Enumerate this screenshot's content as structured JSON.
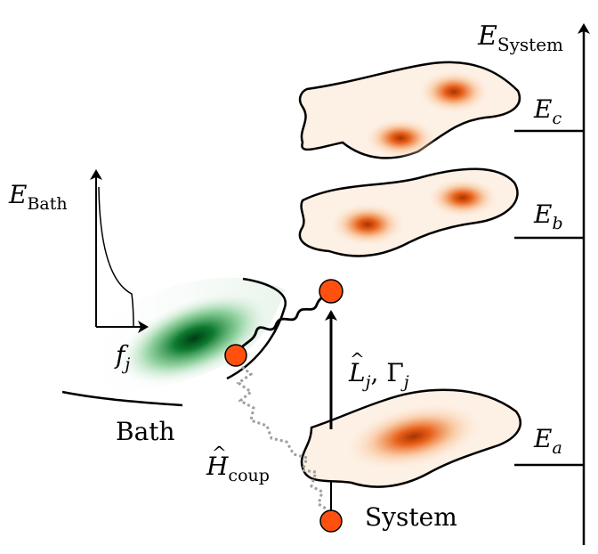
{
  "axis_system": {
    "symbol": "E",
    "sub": "System"
  },
  "levels": [
    {
      "symbol": "E",
      "sub": "c"
    },
    {
      "symbol": "E",
      "sub": "b"
    },
    {
      "symbol": "E",
      "sub": "a"
    }
  ],
  "bath_axis": {
    "symbol": "E",
    "sub": "Bath"
  },
  "bath_mode": {
    "symbol": "f",
    "sub": "j"
  },
  "bath_label": "Bath",
  "system_label": "System",
  "jump_label": {
    "op": "L",
    "op_sub": "j",
    "sep": ", ",
    "rate": "Γ",
    "rate_sub": "j"
  },
  "coupling_label": {
    "op": "H",
    "op_sub": "coup"
  },
  "colors": {
    "system_blob": "#e8611a",
    "bath_blob": "#0a6e2a",
    "particle": "#ff5010",
    "coupling_line": "#a0a0a0"
  }
}
